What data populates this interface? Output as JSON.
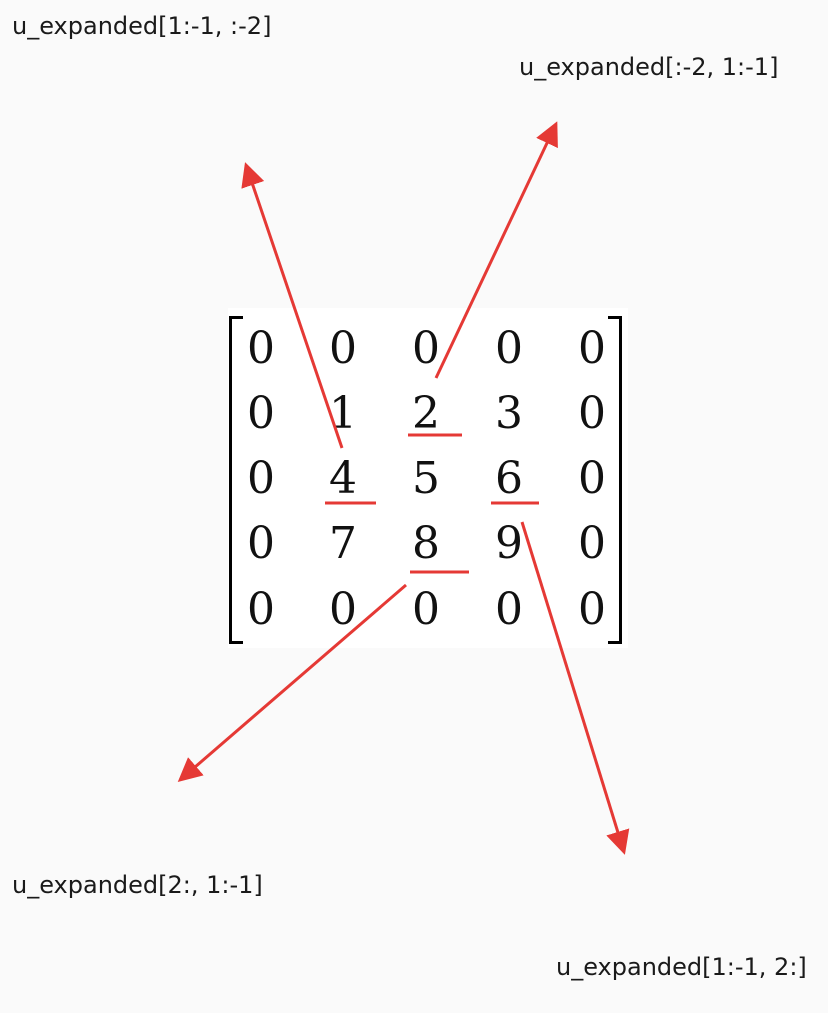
{
  "labels": {
    "top_left": "u_expanded[1:-1, :-2]",
    "top_right": "u_expanded[:-2, 1:-1]",
    "bottom_left": "u_expanded[2:, 1:-1]",
    "bottom_right": "u_expanded[1:-1, 2:]"
  },
  "matrix": [
    [
      "0",
      "0",
      "0",
      "0",
      "0"
    ],
    [
      "0",
      "1",
      "2",
      "3",
      "0"
    ],
    [
      "0",
      "4",
      "5",
      "6",
      "0"
    ],
    [
      "0",
      "7",
      "8",
      "9",
      "0"
    ],
    [
      "0",
      "0",
      "0",
      "0",
      "0"
    ]
  ],
  "colors": {
    "arrow": "#e53935",
    "text": "#111111",
    "background": "#fafafa"
  }
}
